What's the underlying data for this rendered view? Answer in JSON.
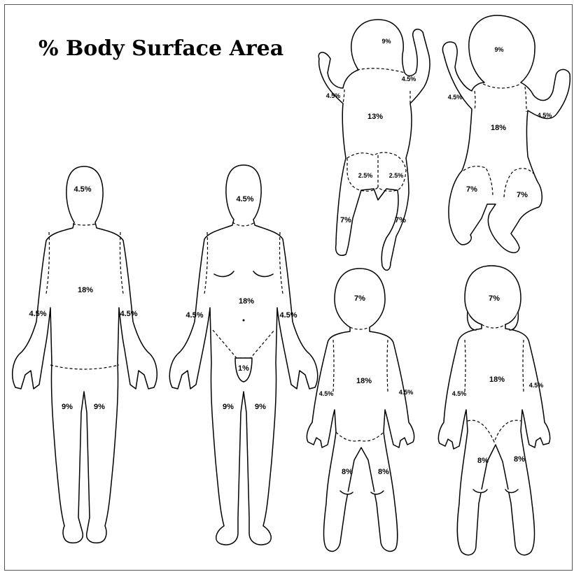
{
  "title": "% Body Surface Area",
  "adult_back": {
    "head": "4.5%",
    "torso": "18%",
    "arm_left": "4.5%",
    "arm_right": "4.5%",
    "leg_left": "9%",
    "leg_right": "9%"
  },
  "adult_front": {
    "head": "4.5%",
    "torso": "18%",
    "arm_left": "4.5%",
    "arm_right": "4.5%",
    "groin": "1%",
    "leg_left": "9%",
    "leg_right": "9%"
  },
  "infant_back": {
    "head": "9%",
    "torso": "13%",
    "arm_left": "4.5%",
    "arm_right": "4.5%",
    "buttock_left": "2.5%",
    "buttock_right": "2.5%",
    "leg_left": "7%",
    "leg_right": "7%"
  },
  "infant_front": {
    "head": "9%",
    "torso": "18%",
    "arm_left": "4.5%",
    "arm_right": "4.5%",
    "leg_left": "7%",
    "leg_right": "7%"
  },
  "child_back": {
    "head": "7%",
    "torso": "18%",
    "arm_left": "4.5%",
    "arm_right": "4.5%",
    "leg_left": "8%",
    "leg_right": "8%"
  },
  "child_front": {
    "head": "7%",
    "torso": "18%",
    "arm_left": "4.5%",
    "arm_right": "4.5%",
    "leg_left": "8%",
    "leg_right": "8%"
  }
}
